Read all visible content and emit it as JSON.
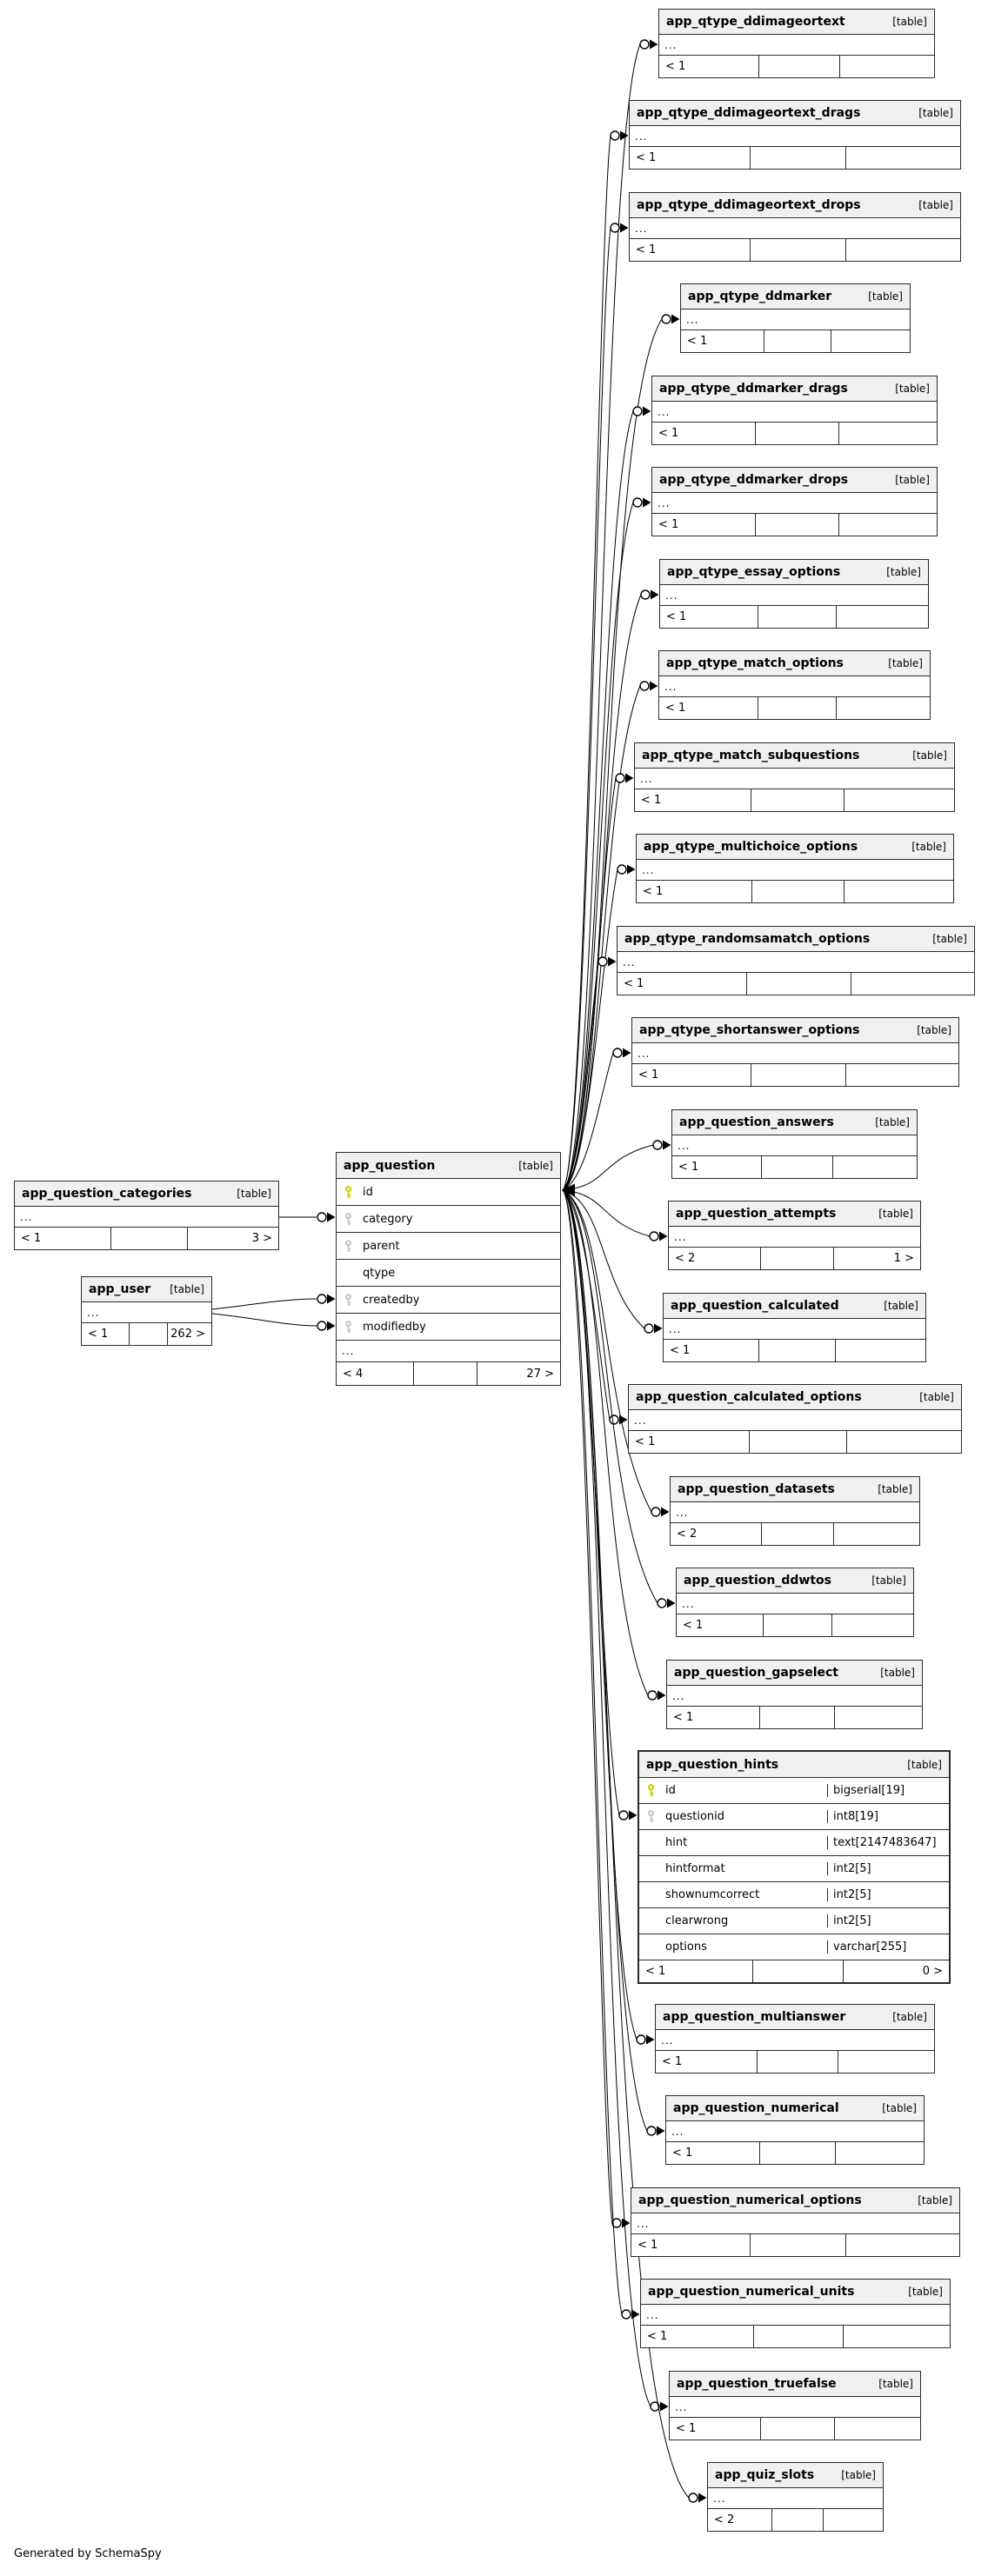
{
  "labels": {
    "table_tag": "[table]",
    "ellipsis": "...",
    "generated_by": "Generated by SchemaSpy"
  },
  "colors": {
    "canvas": "#ffffff",
    "header_bg": "#f0f0f0",
    "row_bg": "#ffffff",
    "border": "#2b2b2b",
    "pk_key": "#cfcf00",
    "fk_key": "#c6c6c6"
  },
  "question_table": {
    "name": "app_question",
    "columns": [
      {
        "name": "id",
        "key": "pk"
      },
      {
        "name": "category",
        "key": "fk"
      },
      {
        "name": "parent",
        "key": "fk"
      },
      {
        "name": "qtype",
        "key": "none"
      },
      {
        "name": "createdby",
        "key": "fk"
      },
      {
        "name": "modifiedby",
        "key": "fk"
      }
    ],
    "has_more": true,
    "footer_left": "< 4",
    "footer_right": "27 >"
  },
  "categories_table": {
    "name": "app_question_categories",
    "footer_left": "< 1",
    "footer_right": "3 >"
  },
  "user_table": {
    "name": "app_user",
    "footer_left": "< 1",
    "footer_right": "262 >"
  },
  "right_tables": [
    {
      "name": "app_qtype_ddimageortext",
      "footer_left": "< 1",
      "footer_right": ""
    },
    {
      "name": "app_qtype_ddimageortext_drags",
      "footer_left": "< 1",
      "footer_right": ""
    },
    {
      "name": "app_qtype_ddimageortext_drops",
      "footer_left": "< 1",
      "footer_right": ""
    },
    {
      "name": "app_qtype_ddmarker",
      "footer_left": "< 1",
      "footer_right": ""
    },
    {
      "name": "app_qtype_ddmarker_drags",
      "footer_left": "< 1",
      "footer_right": ""
    },
    {
      "name": "app_qtype_ddmarker_drops",
      "footer_left": "< 1",
      "footer_right": ""
    },
    {
      "name": "app_qtype_essay_options",
      "footer_left": "< 1",
      "footer_right": ""
    },
    {
      "name": "app_qtype_match_options",
      "footer_left": "< 1",
      "footer_right": ""
    },
    {
      "name": "app_qtype_match_subquestions",
      "footer_left": "< 1",
      "footer_right": ""
    },
    {
      "name": "app_qtype_multichoice_options",
      "footer_left": "< 1",
      "footer_right": ""
    },
    {
      "name": "app_qtype_randomsamatch_options",
      "footer_left": "< 1",
      "footer_right": ""
    },
    {
      "name": "app_qtype_shortanswer_options",
      "footer_left": "< 1",
      "footer_right": ""
    },
    {
      "name": "app_question_answers",
      "footer_left": "< 1",
      "footer_right": ""
    },
    {
      "name": "app_question_attempts",
      "footer_left": "< 2",
      "footer_right": "1 >"
    },
    {
      "name": "app_question_calculated",
      "footer_left": "< 1",
      "footer_right": ""
    },
    {
      "name": "app_question_calculated_options",
      "footer_left": "< 1",
      "footer_right": ""
    },
    {
      "name": "app_question_datasets",
      "footer_left": "< 2",
      "footer_right": ""
    },
    {
      "name": "app_question_ddwtos",
      "footer_left": "< 1",
      "footer_right": ""
    },
    {
      "name": "app_question_gapselect",
      "footer_left": "< 1",
      "footer_right": ""
    },
    {
      "name": "app_question_hints",
      "expanded": true,
      "columns": [
        {
          "name": "id",
          "type": "bigserial[19]",
          "key": "pk"
        },
        {
          "name": "questionid",
          "type": "int8[19]",
          "key": "fk"
        },
        {
          "name": "hint",
          "type": "text[2147483647]",
          "key": "none"
        },
        {
          "name": "hintformat",
          "type": "int2[5]",
          "key": "none"
        },
        {
          "name": "shownumcorrect",
          "type": "int2[5]",
          "key": "none"
        },
        {
          "name": "clearwrong",
          "type": "int2[5]",
          "key": "none"
        },
        {
          "name": "options",
          "type": "varchar[255]",
          "key": "none"
        }
      ],
      "footer_left": "< 1",
      "footer_right": "0 >"
    },
    {
      "name": "app_question_multianswer",
      "footer_left": "< 1",
      "footer_right": ""
    },
    {
      "name": "app_question_numerical",
      "footer_left": "< 1",
      "footer_right": ""
    },
    {
      "name": "app_question_numerical_options",
      "footer_left": "< 1",
      "footer_right": ""
    },
    {
      "name": "app_question_numerical_units",
      "footer_left": "< 1",
      "footer_right": ""
    },
    {
      "name": "app_question_truefalse",
      "footer_left": "< 1",
      "footer_right": ""
    },
    {
      "name": "app_quiz_slots",
      "footer_left": "< 2",
      "footer_right": ""
    }
  ]
}
